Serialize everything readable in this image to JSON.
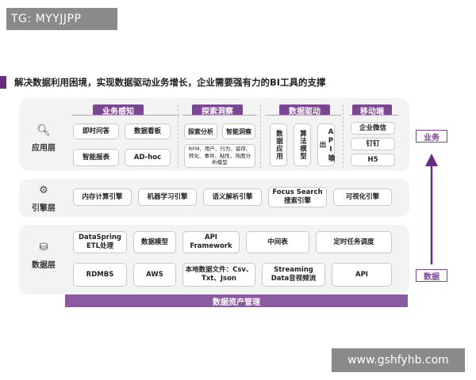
{
  "watermark_top": "TG: MYYJJPP",
  "watermark_bottom": "www.gshfyhb.com",
  "title": "解决数据利用困境，实现数据驱动业务增长，企业需要强有力的BI工具的支撑",
  "layers": {
    "app": {
      "label": "应用层",
      "groups": {
        "perception": {
          "header": "业务感知",
          "items": [
            "即时问答",
            "数据看板",
            "智能报表",
            "AD-hoc"
          ]
        },
        "insight": {
          "header": "探索洞察",
          "items": [
            "探索分析",
            "智能洞察"
          ],
          "detail": "RFM、用户、行为、留存、转化、事件、粘性、热图分析模型"
        },
        "driven": {
          "header": "数据驱动",
          "items": [
            "数据应用",
            "算法模型",
            "API输出"
          ]
        },
        "mobile": {
          "header": "移动端",
          "items": [
            "企业微信",
            "钉钉",
            "H5"
          ]
        }
      }
    },
    "engine": {
      "label": "引擎层",
      "items": [
        "内存计算引擎",
        "机器学习引擎",
        "语义解析引擎",
        "Focus Search 搜索引擎",
        "可视化引擎"
      ]
    },
    "data": {
      "label": "数据层",
      "row1": [
        "DataSpring ETL处理",
        "数据模型",
        "API Framework",
        "中间表",
        "定时任务调度"
      ],
      "row2": [
        "RDMBS",
        "AWS",
        "本地数据文件：Csv、Txt、Json",
        "Streaming Data音视频流",
        "API"
      ]
    }
  },
  "asset_bar": "数据资产管理",
  "side": {
    "top": "业务",
    "bottom": "数据"
  },
  "colors": {
    "accent": "#7b4792",
    "bar": "#8a5aa3",
    "panel": "#f3f3f3"
  }
}
